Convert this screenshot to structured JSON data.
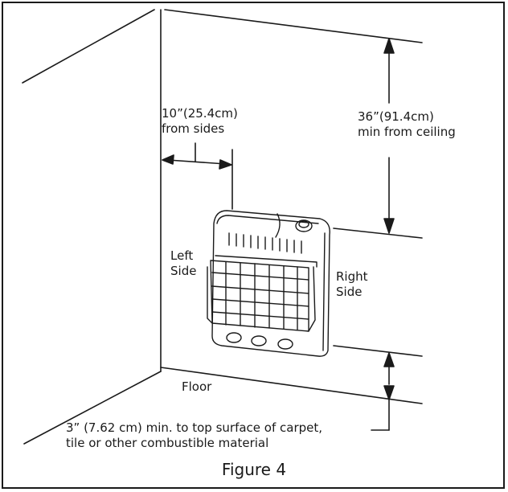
{
  "labels": {
    "side_clearance": {
      "line1": "10”(25.4cm)",
      "line2": "from sides"
    },
    "ceiling_clearance": {
      "line1": "36”(91.4cm)",
      "line2": "min from ceiling"
    },
    "left_side": {
      "line1": "Left",
      "line2": "Side"
    },
    "right_side": {
      "line1": "Right",
      "line2": "Side"
    },
    "floor": "Floor",
    "floor_clearance": {
      "line1": "3” (7.62 cm) min. to top surface of carpet,",
      "line2": "tile or other combustible material"
    },
    "figure": "Figure 4"
  },
  "colors": {
    "ink": "#1a1a1a",
    "background": "#ffffff"
  }
}
